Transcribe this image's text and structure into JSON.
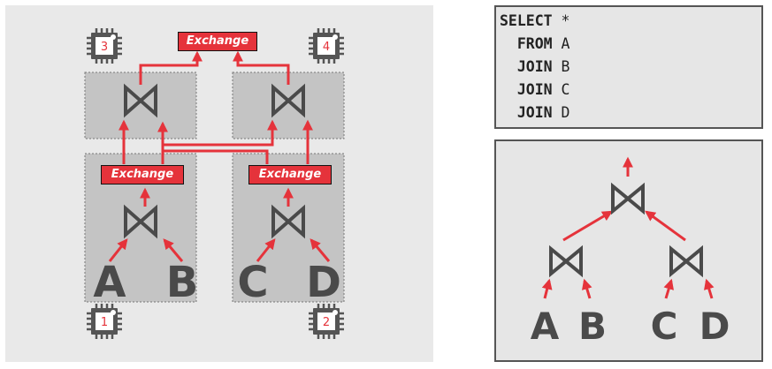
{
  "left_diagram": {
    "exchange_label": "Exchange",
    "cores": [
      {
        "number": "3"
      },
      {
        "number": "4"
      },
      {
        "number": "1"
      },
      {
        "number": "2"
      }
    ],
    "tables": [
      "A",
      "B",
      "C",
      "D"
    ]
  },
  "sql": {
    "lines": [
      {
        "keyword": "SELECT",
        "rest": " *"
      },
      {
        "keyword": "  FROM",
        "rest": " A"
      },
      {
        "keyword": "  JOIN",
        "rest": " B"
      },
      {
        "keyword": "  JOIN",
        "rest": " C"
      },
      {
        "keyword": "  JOIN",
        "rest": " D"
      }
    ]
  },
  "right_tree": {
    "tables": [
      "A",
      "B",
      "C",
      "D"
    ]
  },
  "colors": {
    "arrow_red": "#e5333b",
    "join_gray": "#4a4a4a",
    "box_gray": "#c4c4c4",
    "panel_gray": "#e9e9e9"
  }
}
